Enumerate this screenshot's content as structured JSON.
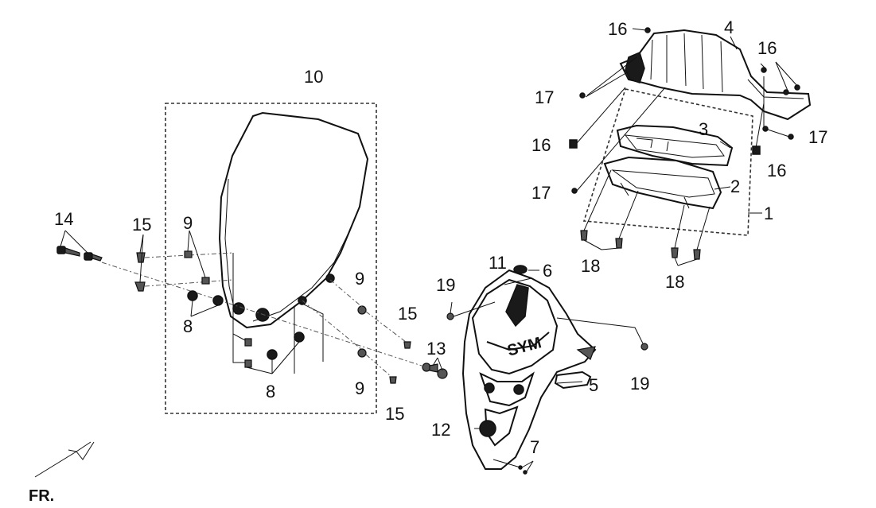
{
  "orientation_label": "FR.",
  "callouts": [
    "1",
    "2",
    "3",
    "4",
    "5",
    "6",
    "7",
    "8",
    "9",
    "10",
    "11",
    "12",
    "13",
    "14",
    "15",
    "16",
    "17",
    "18",
    "19"
  ],
  "labels": {
    "l10": "10",
    "l14": "14",
    "l15a": "15",
    "l9a": "9",
    "l8a": "8",
    "l8b": "8",
    "l9b": "9",
    "l9c": "9",
    "l15b": "15",
    "l15c": "15",
    "l11": "11",
    "l6": "6",
    "l19a": "19",
    "l19b": "19",
    "l13": "13",
    "l5": "5",
    "l12": "12",
    "l7": "7",
    "l16a": "16",
    "l4": "4",
    "l16b": "16",
    "l17a": "17",
    "l3": "3",
    "l16c": "16",
    "l17b": "17",
    "l16d": "16",
    "l17c": "17",
    "l2": "2",
    "l1": "1",
    "l18a": "18",
    "l18b": "18"
  }
}
